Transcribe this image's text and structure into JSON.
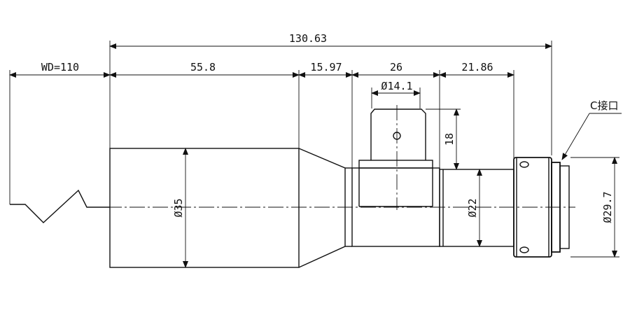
{
  "dimensions": {
    "overall_length": "130.63",
    "working_distance": "WD=110",
    "front_section": "55.8",
    "taper_section": "15.97",
    "tube_section": "26",
    "rear_section": "21.86",
    "port_diameter": "Ø14.1",
    "port_height": "18",
    "front_diameter": "Ø35",
    "rear_diameter": "Ø22",
    "mount_diameter": "Ø29.7"
  },
  "labels": {
    "mount": "C接口"
  }
}
